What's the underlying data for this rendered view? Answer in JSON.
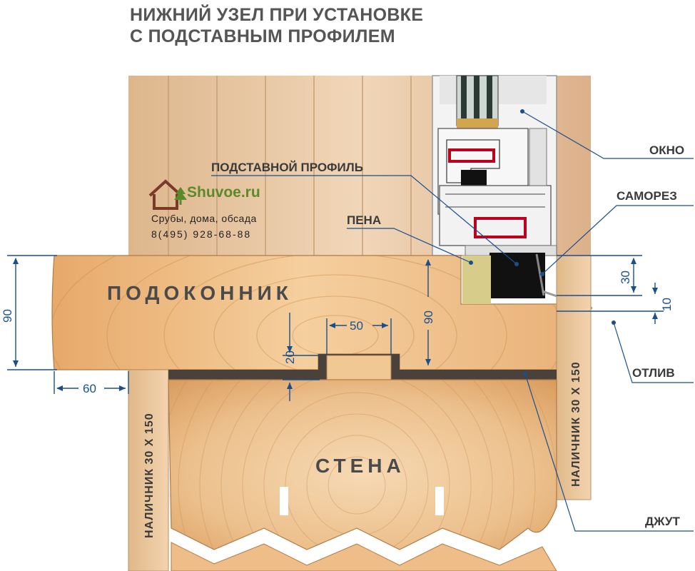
{
  "title": {
    "line1": "НИЖНИЙ УЗЕЛ ПРИ УСТАНОВКЕ",
    "line2": "С ПОДСТАВНЫМ ПРОФИЛЕМ"
  },
  "labels": {
    "okno": "ОКНО",
    "podstavnoy": "ПОДСТАВНОЙ ПРОФИЛЬ",
    "samorez": "САМОРЕЗ",
    "pena": "ПЕНА",
    "otliv": "ОТЛИВ",
    "dzhut": "ДЖУТ",
    "podokonnik": "ПОДОКОННИК",
    "stena": "СТЕНА",
    "nalichnik_left": "НАЛИЧНИК 30 Х 150",
    "nalichnik_right": "НАЛИЧНИК 30 Х 150"
  },
  "dimensions": {
    "d90_left": "90",
    "d60": "60",
    "d50": "50",
    "d20": "20",
    "d90_mid": "90",
    "d30": "30",
    "d10": "10"
  },
  "logo": {
    "name": "Shuvoe.ru",
    "tagline": "Срубы, дома, обсада",
    "phone": "8(495) 928-68-88",
    "house_icon": "house-icon",
    "tree_icon": "tree-icon"
  },
  "colors": {
    "dimension": "#1a4f8c",
    "label": "#3a3a3a",
    "wood_light": "#f1c99a",
    "wood_dark": "#d9975c",
    "board": "#e7c8a6",
    "logo_green": "#5a8a2a",
    "logo_brown": "#7a3a2a"
  }
}
